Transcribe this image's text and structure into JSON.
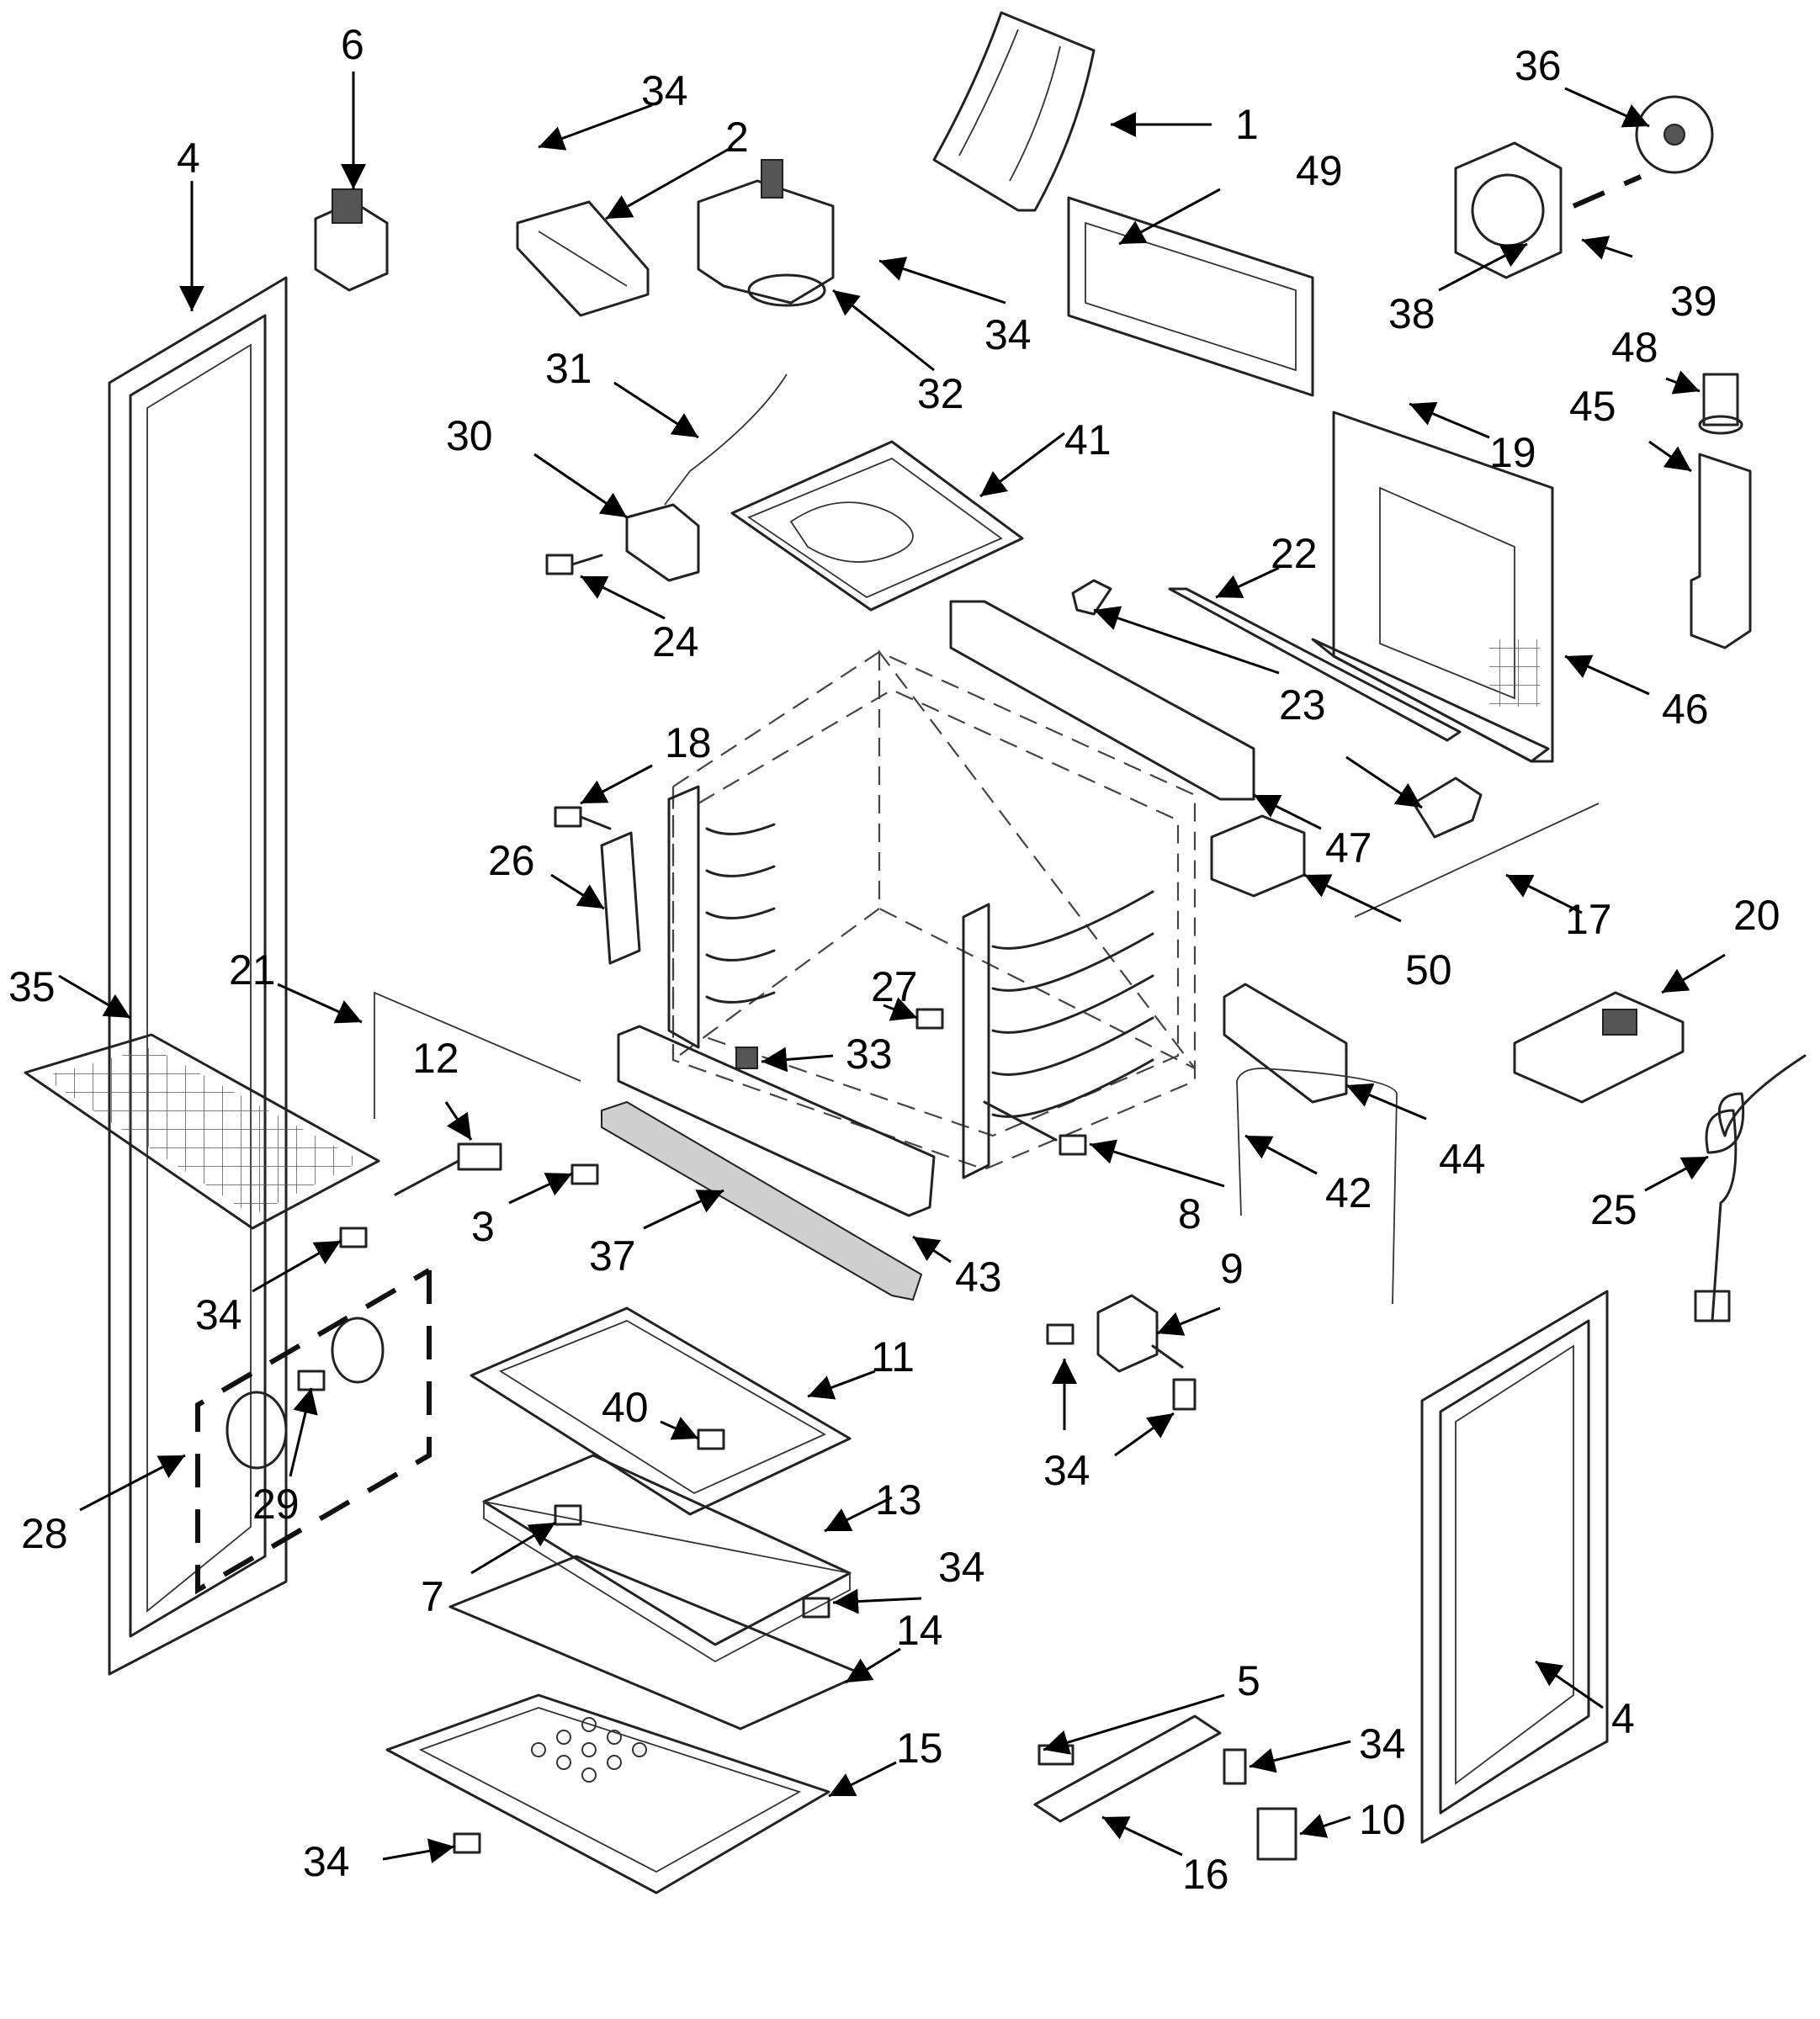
{
  "callouts": [
    "1",
    "2",
    "3",
    "4",
    "4",
    "5",
    "6",
    "7",
    "8",
    "9",
    "10",
    "11",
    "12",
    "13",
    "14",
    "15",
    "16",
    "17",
    "18",
    "19",
    "20",
    "21",
    "22",
    "23",
    "24",
    "25",
    "26",
    "27",
    "28",
    "29",
    "30",
    "31",
    "32",
    "33",
    "34",
    "34",
    "34",
    "34",
    "34",
    "34",
    "34",
    "34",
    "35",
    "36",
    "37",
    "38",
    "39",
    "40",
    "41",
    "42",
    "43",
    "44",
    "45",
    "46",
    "47",
    "48",
    "49",
    "50"
  ]
}
